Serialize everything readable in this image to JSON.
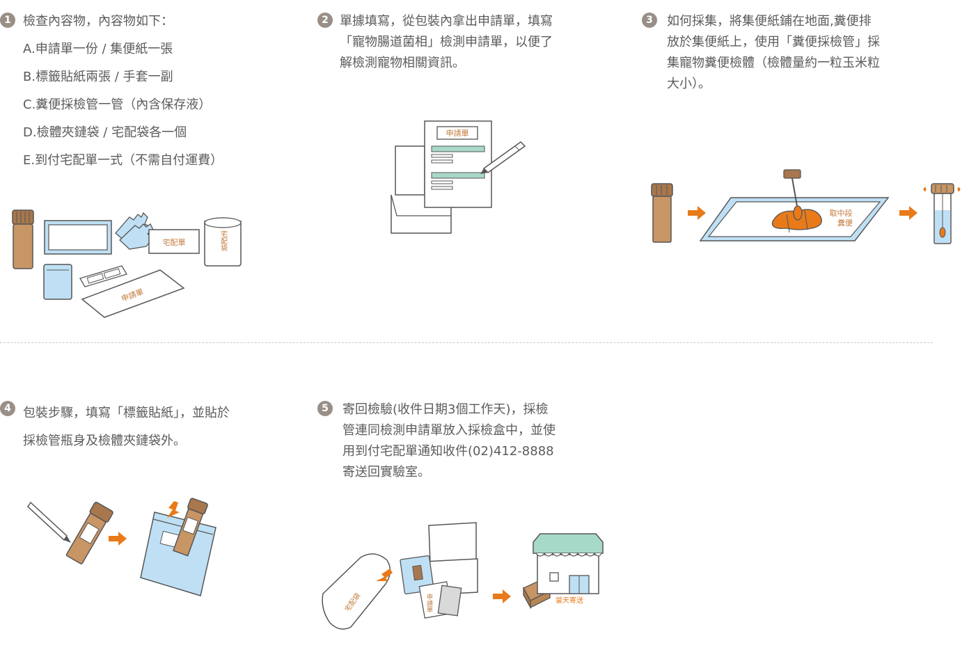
{
  "step1": {
    "number": "1",
    "lines": [
      "檢查內容物，內容物如下：",
      "A.申請單一份 / 集便紙一張",
      "B.標籤貼紙兩張 / 手套一副",
      "C.糞便採檢管一管（內含保存液）",
      "D.檢體夾鏈袋 / 宅配袋各一個",
      "E.到付宅配單一式（不需自付運費）"
    ],
    "illus": {
      "delivery_slip": "宅配單",
      "delivery_bag": "宅配袋",
      "application_form": "申請單"
    }
  },
  "step2": {
    "number": "2",
    "lines": [
      "單據填寫，從包裝內拿出申請單，填寫",
      "「寵物腸道菌相」檢測申請單，以便了",
      "解檢測寵物相關資訊。"
    ],
    "illus": {
      "form_title": "申請單"
    }
  },
  "step3": {
    "number": "3",
    "lines": [
      "如何採集，將集便紙鋪在地面,糞便排",
      "放於集便紙上，使用「糞便採檢管」採",
      "集寵物糞便檢體（檢體量約一粒玉米粒",
      "大小）。"
    ],
    "illus": {
      "sample_label_1": "取中段",
      "sample_label_2": "糞便"
    }
  },
  "step4": {
    "number": "4",
    "lines": [
      "包裝步驟，填寫「標籤貼紙」，並貼於",
      "採檢管瓶身及檢體夾鏈袋外。"
    ]
  },
  "step5": {
    "number": "5",
    "lines": [
      "寄回檢驗(收件日期3個工作天)，採檢",
      "管連同檢測申請單放入採檢盒中，並使",
      "用到付宅配單通知收件(02)412-8888",
      "寄送回實驗室。"
    ],
    "illus": {
      "bag_label": "宅配袋",
      "form_label": "申請單",
      "same_day": "當天寄送"
    }
  },
  "colors": {
    "accent": "#e87a1a",
    "tube_brown": "#c89565",
    "cap_brown": "#a8774d",
    "form_green": "#a9d8c8",
    "paper_blue": "#bfe0f4",
    "roof_green": "#a7d9c9",
    "badge": "#9a8f86"
  }
}
